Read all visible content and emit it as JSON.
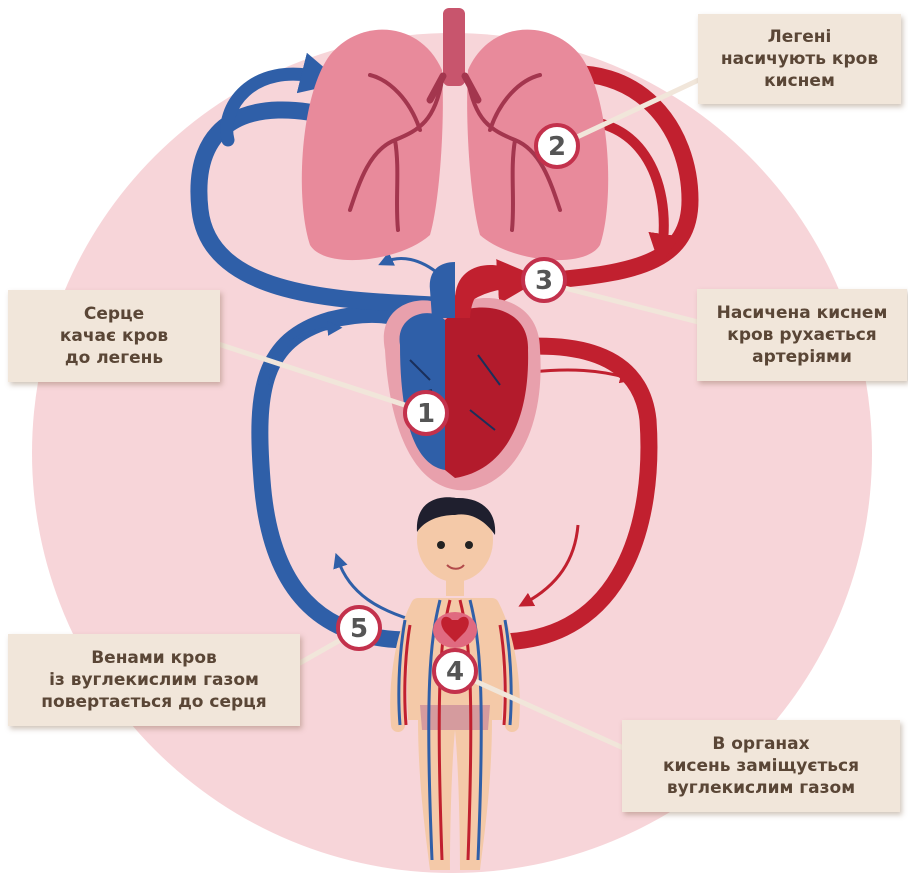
{
  "steps": [
    {
      "number": "1",
      "lines": [
        "Серце",
        "качає кров",
        "до легень"
      ]
    },
    {
      "number": "2",
      "lines": [
        "Легені",
        "насичують кров",
        "киснем"
      ]
    },
    {
      "number": "3",
      "lines": [
        "Насичена киснем",
        "кров рухається",
        "артеріями"
      ]
    },
    {
      "number": "4",
      "lines": [
        "В органах",
        "кисень заміщується",
        "вуглекислим газом"
      ]
    },
    {
      "number": "5",
      "lines": [
        "Венами кров",
        "із вуглекислим газом",
        "повертається до серця"
      ]
    }
  ],
  "colors": {
    "background_circle": "#f7d5d9",
    "oxygen_poor_blood": "#2f5fa8",
    "oxygen_rich_blood": "#c1202f",
    "lungs": "#e88a9b",
    "callout_bg": "#f1e6da",
    "callout_text": "#5a4636",
    "number_ring": "#c3314c"
  },
  "icons": [
    "lungs-icon",
    "heart-icon",
    "child-body-icon"
  ]
}
